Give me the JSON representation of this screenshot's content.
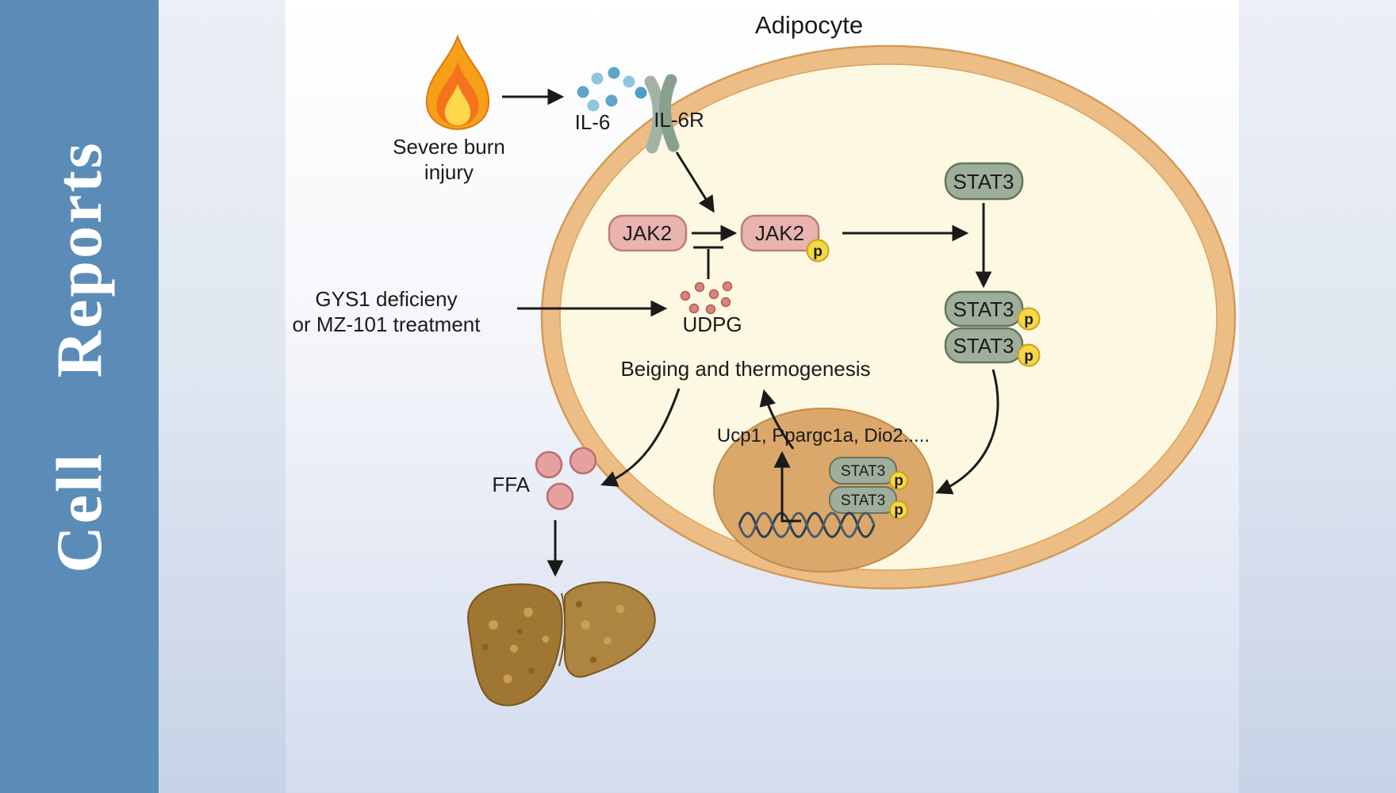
{
  "journal": {
    "name": "Cell Reports"
  },
  "figure": {
    "cell_label": "Adipocyte",
    "trigger": {
      "line1": "Severe burn",
      "line2": "injury"
    },
    "ligand_label": "IL-6",
    "receptor_label": "IL-6R",
    "jak2_label": "JAK2",
    "phospho_label": "p",
    "stat3_label": "STAT3",
    "intervention": {
      "line1": "GYS1 deficieny",
      "line2": "or MZ-101 treatment"
    },
    "udpg_label": "UDPG",
    "outcome_label": "Beiging and thermogenesis",
    "genes_label": "Ucp1, Ppargc1a, Dio2.....",
    "ffa_label": "FFA"
  },
  "colors": {
    "sidebar_blue": "#5b8cb8",
    "membrane": "#ecbe85",
    "cytoplasm": "#fdf8e2",
    "nucleus": "#dba76a",
    "jak2_fill": "#e9b3af",
    "stat3_fill": "#9fae9a",
    "phospho_fill": "#f5d844",
    "il6_dot": "#6fb3d4",
    "udpg_dot": "#d8837b",
    "ffa_fill": "#e5a0a0",
    "liver_brown": "#9f7632",
    "arrow": "#1a1a1a"
  }
}
